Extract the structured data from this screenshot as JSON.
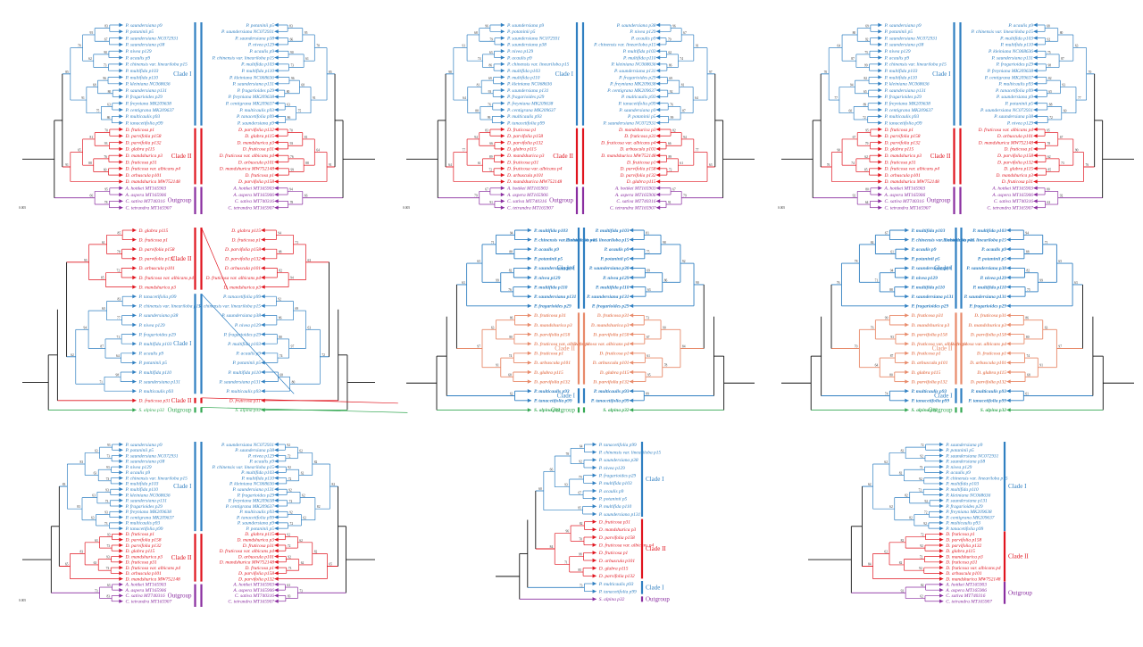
{
  "colors": {
    "clade1": "#2f7fc1",
    "clade2": "#e0141e",
    "clade2_light": "#e88a6a",
    "outgroup_purple": "#8a2ea0",
    "outgroup_green": "#34a853",
    "stem": "#111111",
    "bar_blue": "#2f7fc1"
  },
  "icons": {
    "leaf_marker": "triangle-icon"
  },
  "labels": {
    "clade1": "Clade I",
    "clade2": "Clade II",
    "outgroup": "Outgroup",
    "clade2_clade1": "Clade II\nClade I"
  },
  "taxa_sets": {
    "A": {
      "clade1": [
        "P. saundersiana p9",
        "P. potaninii p5",
        "P. saundersiana NC072931",
        "P. saundersiana p38",
        "P. nivea p129",
        "P. acaulis p9",
        "P. chinensis var. lineariloba p15",
        "P. multifida p103",
        "P. multifida p110",
        "P. kleiniana NC068636",
        "P. saundersiana p131",
        "P. fragarioides p29",
        "P. freyniana MK209638",
        "P. centigrana MK209637",
        "P. multicaulis p93",
        "P. tanacetifolia p99"
      ],
      "clade2": [
        "D. fruticosa p1",
        "D. parvifolia p158",
        "D. parvifolia p132",
        "D. glabra p115",
        "D. mandshurica p3",
        "D. fruticosa p31",
        "D. fruticosa var. albicans p4",
        "D. arbuscula p101",
        "D. mandshurica MW752148"
      ],
      "outgroup": [
        "A. hottkei MT165903",
        "A. aspera MT165906",
        "C. sativa MT740316",
        "C. tetrandra MT165907"
      ]
    },
    "B": {
      "clade2a": [
        "D. glabra p115",
        "D. fruticosa p1",
        "D. parvifolia p158",
        "D. parvifolia p132",
        "D. arbuscula p101",
        "D. fruticosa var. albicans p4",
        "D. mandshurica p3"
      ],
      "clade1": [
        "P. tanacetifolia p99",
        "P. chinensis var. lineariloba p15",
        "P. saundersiana p38",
        "P. nivea p129",
        "P. fragarioides p29",
        "P. multifida p103",
        "P. acaulis p9",
        "P. potaninii p5",
        "P. multifida p110",
        "P. saundersiana p131",
        "P. multicaulis p93"
      ],
      "clade2b": [
        "D. fruticosa p31"
      ],
      "outgroup": [
        "S. alpina p32"
      ]
    },
    "C": {
      "upper": [
        "P. multifida p103",
        "P. chinensis var. lineariloba p15",
        "P. acaulis p9",
        "P. potaninii p5",
        "P. saundersiana p38",
        "P. nivea p129",
        "P. multifida p110",
        "P. saundersiana p131",
        "P. fragarioides p29"
      ],
      "lower": [
        "D. fruticosa p31",
        "D. mandshurica p3",
        "D. parvifolia p158",
        "D. fruticosa var. albicans p4",
        "D. fruticosa p1",
        "D. arbuscula p101",
        "D. glabra p115",
        "D. parvifolia p132"
      ],
      "bottom": [
        "P. multicaulis p93",
        "P. tanacetifolia p99"
      ],
      "outgroup": [
        "S. alpina p32"
      ]
    }
  },
  "panels": [
    {
      "set": "A",
      "variant": 1
    },
    {
      "set": "A",
      "variant": 2
    },
    {
      "set": "A",
      "variant": 3
    },
    {
      "set": "B",
      "variant": 1
    },
    {
      "set": "C",
      "variant": 1
    },
    {
      "set": "C",
      "variant": 2
    },
    {
      "set": "A",
      "variant": 4
    },
    {
      "set": "B",
      "variant": 2
    },
    {
      "set": "A",
      "variant": 5
    }
  ]
}
